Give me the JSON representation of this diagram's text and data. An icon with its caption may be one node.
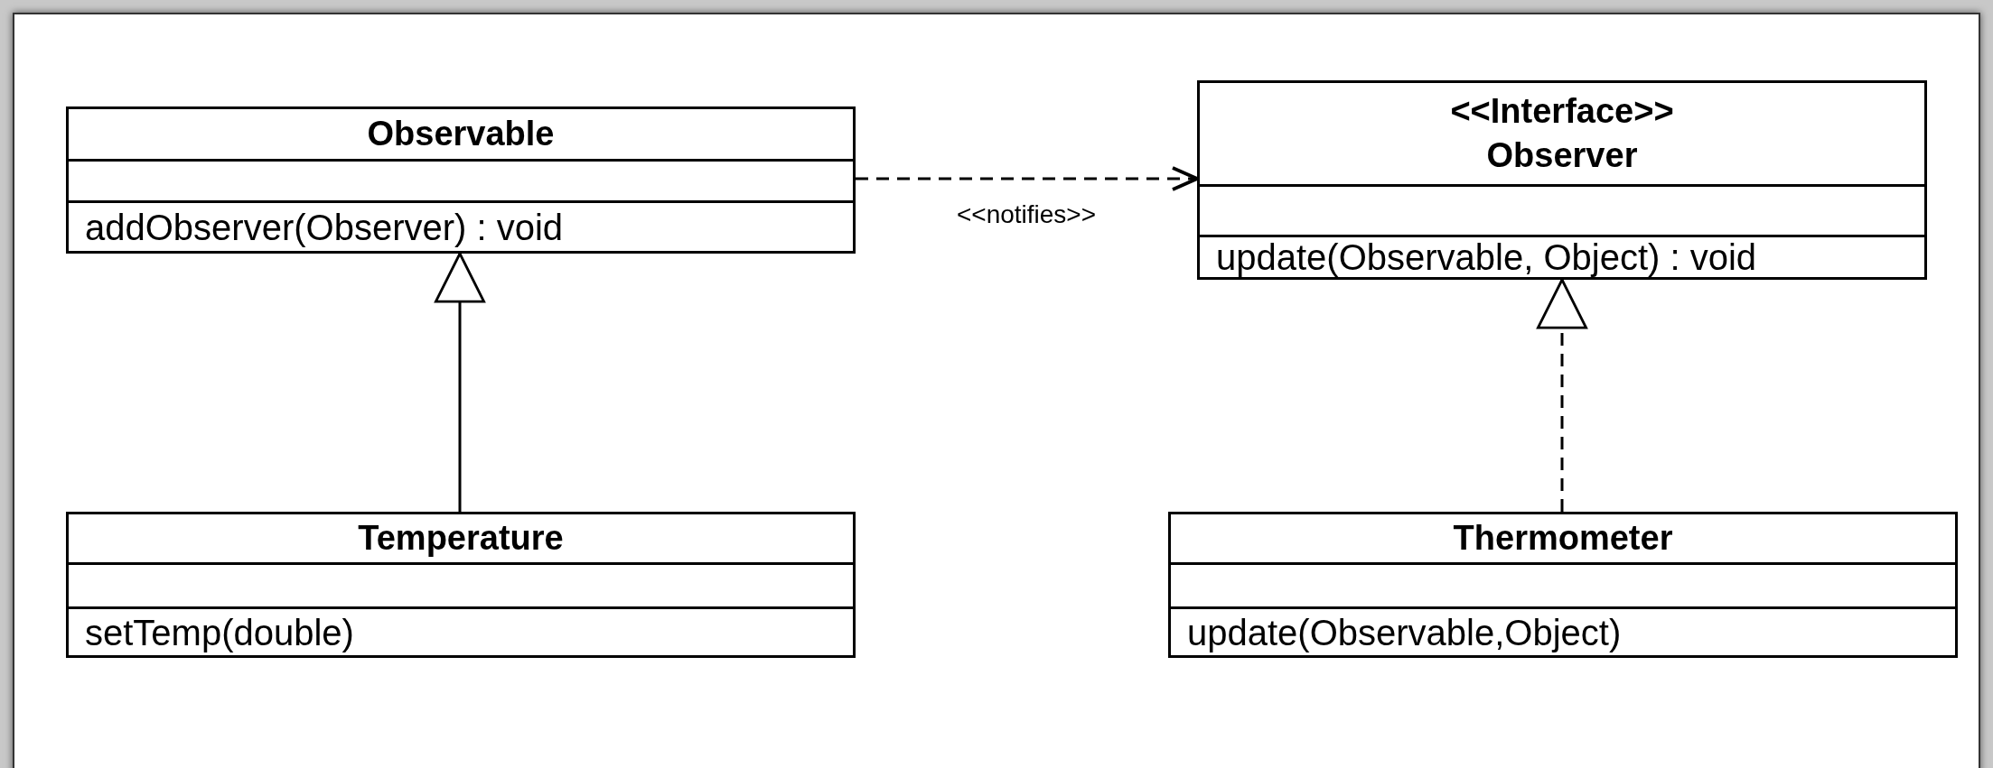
{
  "diagram": {
    "nodes": [
      {
        "text": [
          "Observable",
          "addObserver(Observer) : void"
        ]
      },
      {
        "text": [
          "<<Interface>>",
          "Observer",
          "update(Observable, Object) : void"
        ]
      },
      {
        "text": [
          "Temperature",
          "setTemp(double)"
        ]
      },
      {
        "text": [
          "Thermometer",
          "update(Observable,Object)"
        ]
      }
    ],
    "edges": [
      {
        "from": 0,
        "to": 1,
        "arrow": "to",
        "label": "<<notifies>>",
        "style": "dashed"
      },
      {
        "from": 2,
        "to": 0,
        "arrow": "to"
      },
      {
        "from": 3,
        "to": 1,
        "arrow": "to",
        "style": "dashed"
      }
    ]
  }
}
